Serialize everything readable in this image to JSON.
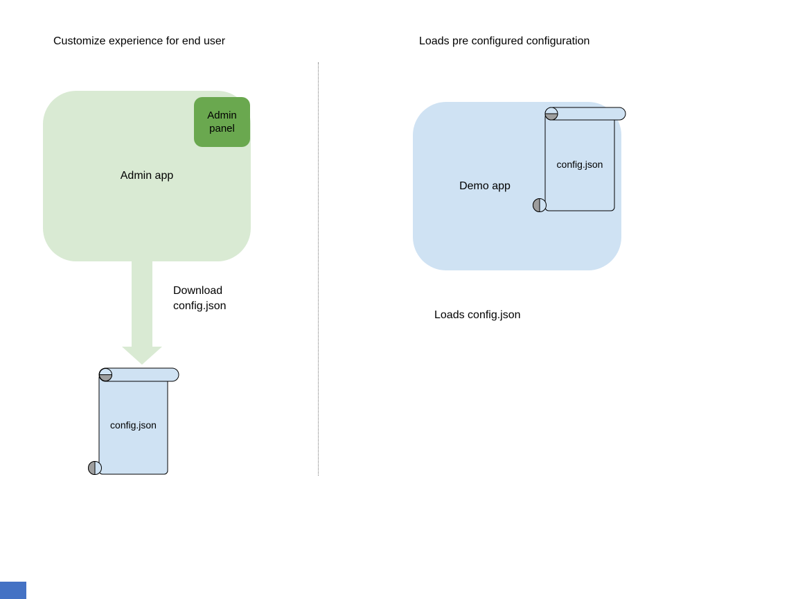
{
  "page": {
    "background": "#ffffff"
  },
  "left_panel": {
    "title": "Customize experience for end user",
    "admin_app": {
      "label": "Admin app",
      "fill": "#d9ead3"
    },
    "admin_panel": {
      "label": "Admin panel",
      "fill": "#6aa84f"
    },
    "download_arrow": {
      "caption": "Download\nconfig.json",
      "fill": "#d9ead3"
    },
    "config_scroll": {
      "label": "config.json",
      "fill": "#cfe2f3",
      "curl_fill": "#9e9e9e",
      "stroke": "#000000"
    }
  },
  "right_panel": {
    "title": "Loads pre configured configuration",
    "demo_app": {
      "label": "Demo app",
      "fill": "#cfe2f3"
    },
    "config_scroll": {
      "label": "config.json",
      "fill": "#cfe2f3",
      "curl_fill": "#9e9e9e",
      "stroke": "#000000"
    },
    "caption": "Loads config.json"
  },
  "divider": {
    "color": "#777777",
    "style": "dotted"
  },
  "corner_marker": {
    "color": "#4472c4"
  }
}
